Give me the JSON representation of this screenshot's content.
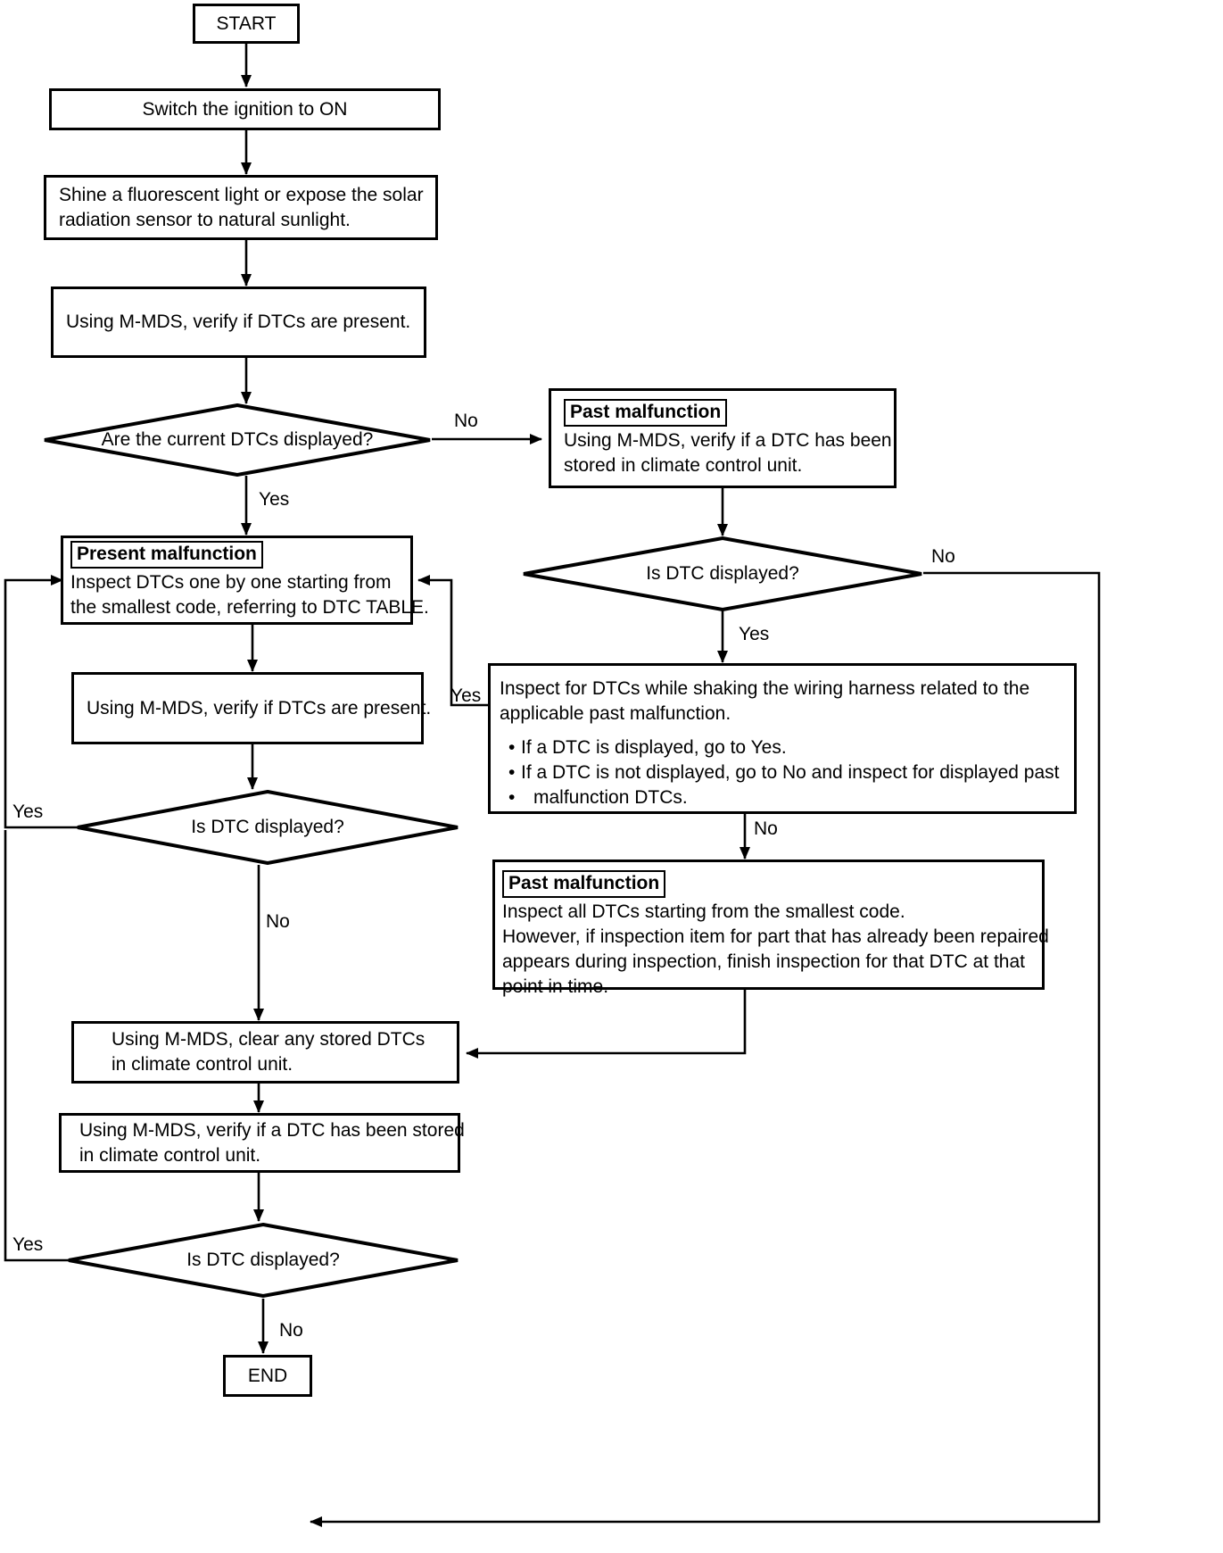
{
  "diagram": {
    "title": "DTC inspection flowchart",
    "colors": {
      "stroke": "#000000",
      "fill": "#ffffff"
    },
    "nodes": {
      "start": {
        "label": "START"
      },
      "ignition": {
        "label": "Switch the ignition to ON"
      },
      "shine": {
        "line1": "Shine a fluorescent light or expose the solar",
        "line2": "radiation sensor to natural sunlight."
      },
      "verify_dtcs_1": {
        "label": "Using M-MDS, verify if DTCs are present."
      },
      "decision_current": {
        "label": "Are the current DTCs displayed?"
      },
      "past_malfunction_1": {
        "tag": "Past malfunction",
        "line1": "Using M-MDS, verify if a DTC has been",
        "line2": "stored in climate control unit."
      },
      "decision_dtc_right": {
        "label": "Is DTC displayed?"
      },
      "present_malfunction": {
        "tag": "Present malfunction",
        "line1": "Inspect DTCs one by one starting from",
        "line2": "the smallest code, referring to DTC TABLE."
      },
      "verify_dtcs_2": {
        "label": "Using M-MDS, verify if DTCs are present."
      },
      "decision_dtc_mid": {
        "label": "Is DTC displayed?"
      },
      "shake_harness": {
        "line1": "Inspect for DTCs while shaking the wiring harness related to the",
        "line2": "applicable past malfunction.",
        "bullet1": "If a DTC is displayed, go to Yes.",
        "bullet2": "If a DTC is not displayed, go to No and inspect for displayed past",
        "bullet2_cont": "malfunction DTCs."
      },
      "past_malfunction_2": {
        "tag": "Past malfunction",
        "line1": "Inspect all DTCs starting from the smallest code.",
        "line2": "However, if inspection item for part that has already been repaired",
        "line3": "appears during inspection, finish inspection for that DTC at that",
        "line4": "point in time."
      },
      "clear_dtcs": {
        "line1": "Using M-MDS, clear any stored DTCs",
        "line2": "in climate control unit."
      },
      "verify_stored": {
        "line1": "Using M-MDS, verify if a DTC has been stored",
        "line2": "in climate control unit."
      },
      "decision_dtc_bottom": {
        "label": "Is DTC displayed?"
      },
      "end": {
        "label": "END"
      }
    },
    "edge_labels": {
      "current_no": "No",
      "current_yes": "Yes",
      "right_no": "No",
      "right_yes": "Yes",
      "shake_yes": "Yes",
      "shake_no": "No",
      "mid_yes": "Yes",
      "mid_no": "No",
      "bottom_yes": "Yes",
      "bottom_no": "No"
    }
  }
}
